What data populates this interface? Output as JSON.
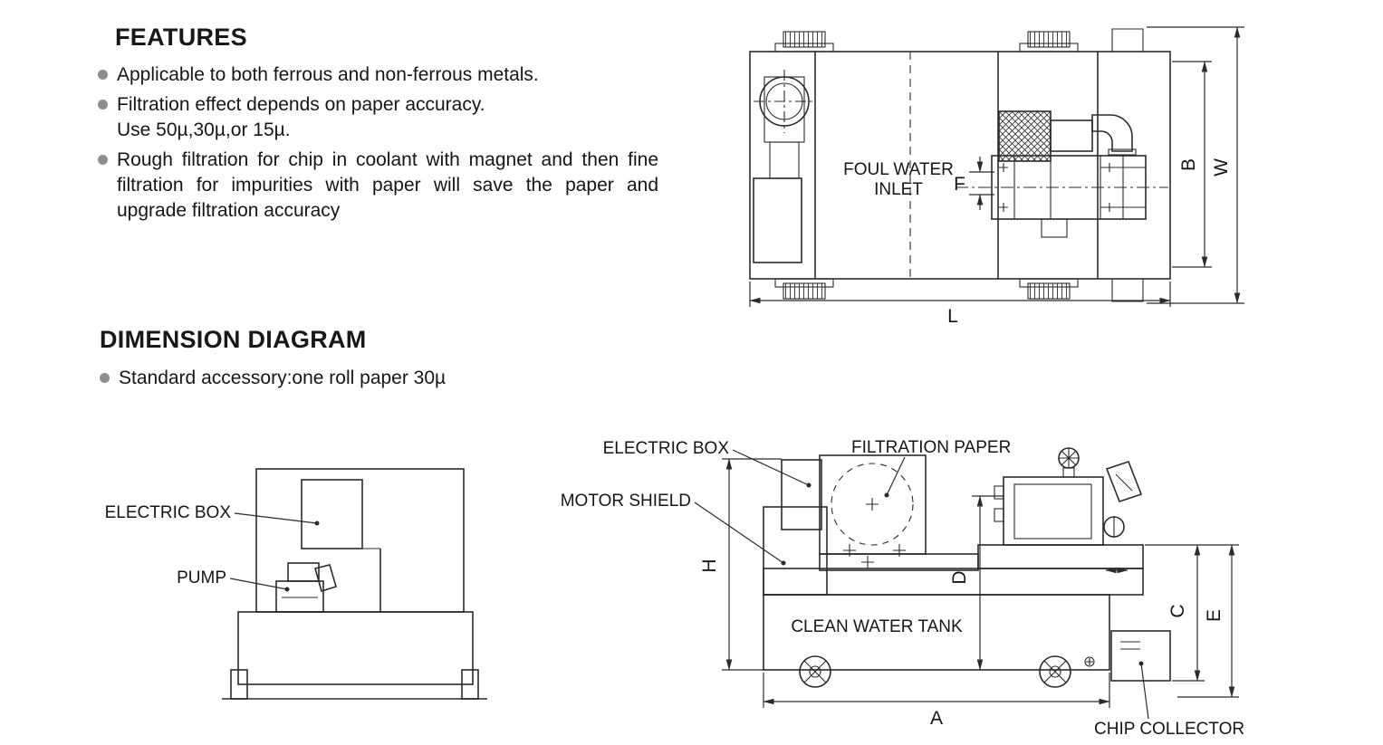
{
  "features": {
    "title": "FEATURES",
    "bullets": [
      {
        "lines": [
          "Applicable to both ferrous and non-ferrous metals."
        ]
      },
      {
        "lines": [
          "Filtration effect depends on paper accuracy.",
          "Use 50µ,30µ,or 15µ."
        ]
      },
      {
        "lines": [
          "Rough filtration for chip in coolant with magnet and then fine filtration for impurities with paper will save the paper and upgrade filtration accuracy"
        ]
      }
    ]
  },
  "dimension_diagram": {
    "title": "DIMENSION DIAGRAM",
    "bullets": [
      "Standard accessory:one roll paper 30µ"
    ]
  },
  "top_view": {
    "inlet_label": [
      "FOUL WATER",
      "INLET"
    ],
    "dim_f": "F",
    "dim_b": "B",
    "dim_w": "W",
    "dim_l": "L"
  },
  "side_view": {
    "electric_box": "ELECTRIC BOX",
    "pump": "PUMP"
  },
  "dim_view": {
    "electric_box": "ELECTRIC BOX",
    "filtration_paper": "FILTRATION PAPER",
    "motor_shield": "MOTOR SHIELD",
    "clean_water_tank": "CLEAN WATER TANK",
    "chip_collector": "CHIP COLLECTOR",
    "dim_h": "H",
    "dim_d": "D",
    "dim_c": "C",
    "dim_e": "E",
    "dim_a": "A"
  },
  "colors": {
    "ink": "#2b2b2b",
    "bullet_dot": "#8e8e8e"
  }
}
